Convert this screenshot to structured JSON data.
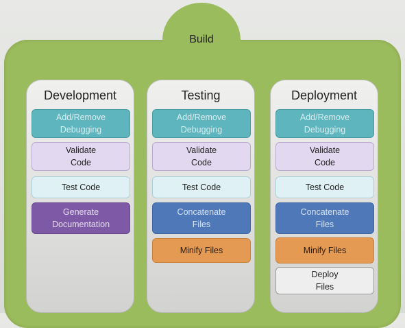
{
  "build": {
    "label": "Build"
  },
  "columns": {
    "development": {
      "title": "Development",
      "steps": [
        "Add/Remove\nDebugging",
        "Validate\nCode",
        "Test Code",
        "Generate\nDocumentation"
      ]
    },
    "testing": {
      "title": "Testing",
      "steps": [
        "Add/Remove\nDebugging",
        "Validate\nCode",
        "Test Code",
        "Concatenate\nFiles",
        "Minify Files"
      ]
    },
    "deployment": {
      "title": "Deployment",
      "steps": [
        "Add/Remove\nDebugging",
        "Validate\nCode",
        "Test Code",
        "Concatenate\nFiles",
        "Minify Files",
        "Deploy\nFiles"
      ]
    }
  },
  "colors": {
    "build_green": "#9bbc5c",
    "add_remove": "#5fb5be",
    "validate": "#e2d8ef",
    "test": "#dff1f5",
    "generate_docs": "#7e5aa6",
    "concatenate": "#4e78b8",
    "minify": "#e49a52",
    "deploy": "#eeeeee"
  }
}
